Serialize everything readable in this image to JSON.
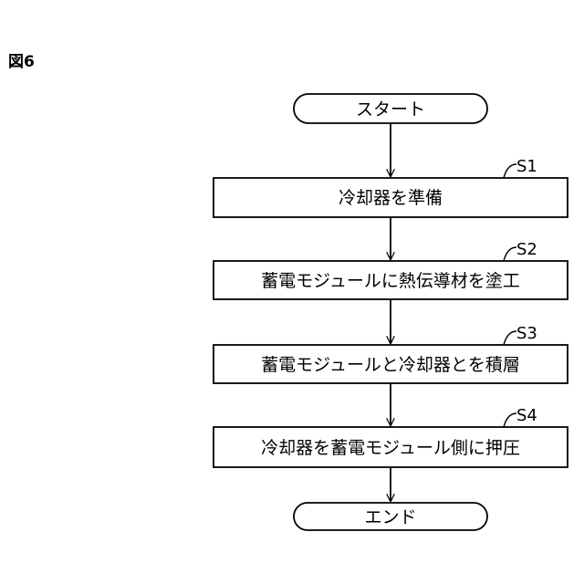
{
  "figure": {
    "label": "図6"
  },
  "flowchart": {
    "start_label": "スタート",
    "end_label": "エンド",
    "steps": [
      {
        "tag": "S1",
        "text": "冷却器を準備"
      },
      {
        "tag": "S2",
        "text": "蓄電モジュールに熱伝導材を塗工"
      },
      {
        "tag": "S3",
        "text": "蓄電モジュールと冷却器とを積層"
      },
      {
        "tag": "S4",
        "text": "冷却器を蓄電モジュール側に押圧"
      }
    ]
  },
  "colors": {
    "stroke": "#000000",
    "background": "#ffffff"
  }
}
